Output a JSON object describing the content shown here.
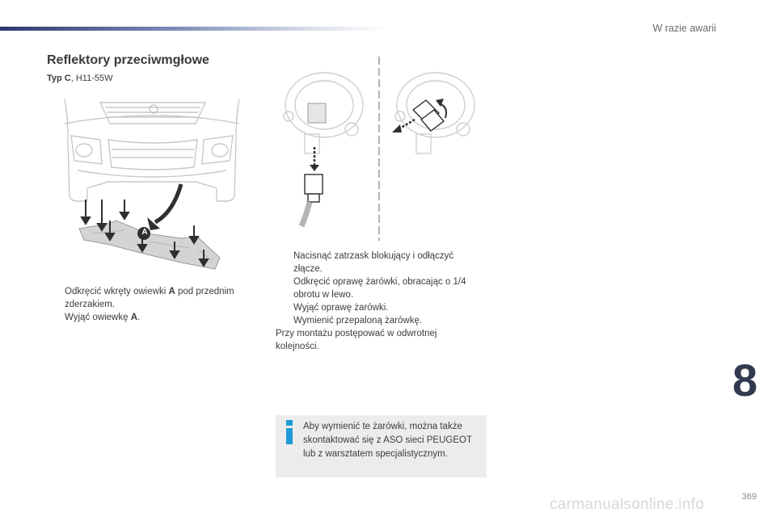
{
  "header": {
    "chapter_title": "W razie awarii"
  },
  "section": {
    "title": "Reflektory przeciwmgłowe",
    "type_bold": "Typ C",
    "type_rest": ", H11-55W"
  },
  "illustration": {
    "callout_label": "A"
  },
  "left_steps": [
    {
      "bullet": "",
      "text_before": "Odkręcić wkręty owiewki ",
      "bold": "A",
      "text_after": " pod przednim zderzakiem."
    },
    {
      "bullet": "",
      "text_before": "Wyjąć owiewkę ",
      "bold": "A",
      "text_after": "."
    }
  ],
  "right_steps": [
    {
      "bullet": "",
      "text": "Nacisnąć zatrzask blokujący i odłączyć złącze."
    },
    {
      "bullet": "",
      "text": "Odkręcić oprawę żarówki, obracając o 1/4 obrotu w lewo."
    },
    {
      "bullet": "",
      "text": "Wyjąć oprawę żarówki."
    },
    {
      "bullet": "",
      "text": "Wymienić przepaloną żarówkę."
    }
  ],
  "note": "Przy montażu postępować w odwrotnej kolejności.",
  "info_box": {
    "text": "Aby wymienić te żarówki, można także skontaktować się z ASO sieci PEUGEOT lub z warsztatem specjalistycznym."
  },
  "chapter_number": "8",
  "page_number": "369",
  "watermark": "carmanualsonline.info",
  "colors": {
    "accent_blue": "#1f9ad6",
    "header_bar": "#2b3a6b",
    "info_bg": "#ececec"
  }
}
